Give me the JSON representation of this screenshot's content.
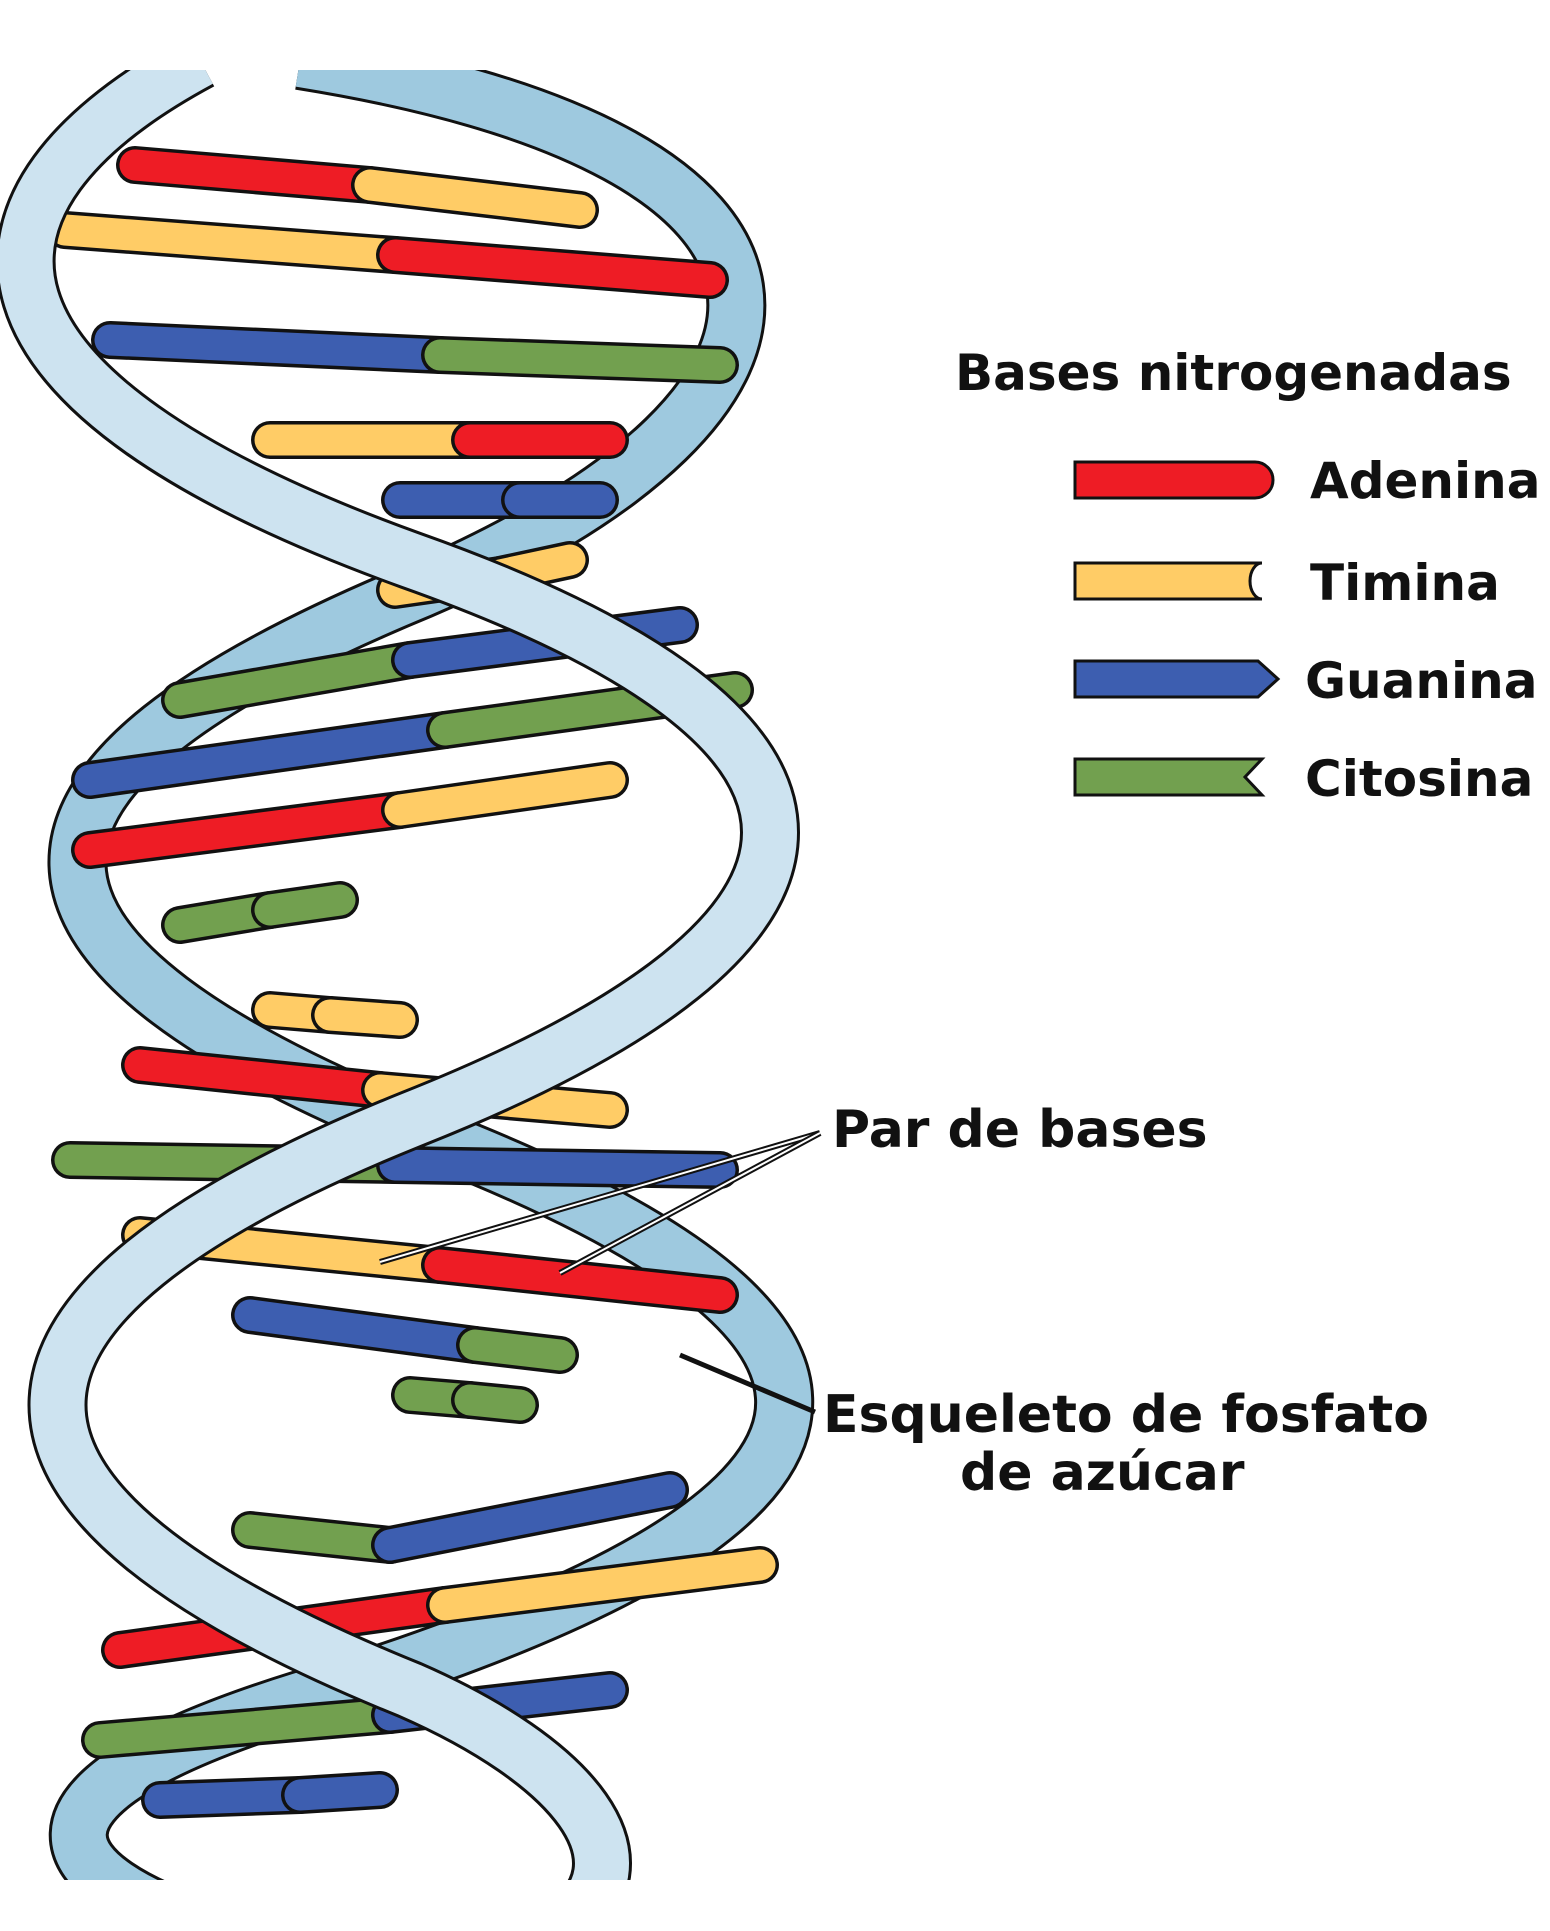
{
  "legend": {
    "title": "Bases nitrogenadas",
    "items": [
      {
        "key": "adenina",
        "label": "Adenina",
        "color": "#ee1c25",
        "shape": "round"
      },
      {
        "key": "timina",
        "label": "Timina",
        "color": "#ffcc66",
        "shape": "notch-round"
      },
      {
        "key": "guanina",
        "label": "Guanina",
        "color": "#3d5eb0",
        "shape": "point"
      },
      {
        "key": "citosina",
        "label": "Citosina",
        "color": "#72a04f",
        "shape": "notch-point"
      }
    ]
  },
  "callouts": {
    "base_pair": "Par de bases",
    "backbone_line1": "Esqueleto de fosfato",
    "backbone_line2": "de azúcar"
  },
  "colors": {
    "backbone_front": "#cde3f0",
    "backbone_back": "#9ec9df",
    "outline": "#111111"
  }
}
